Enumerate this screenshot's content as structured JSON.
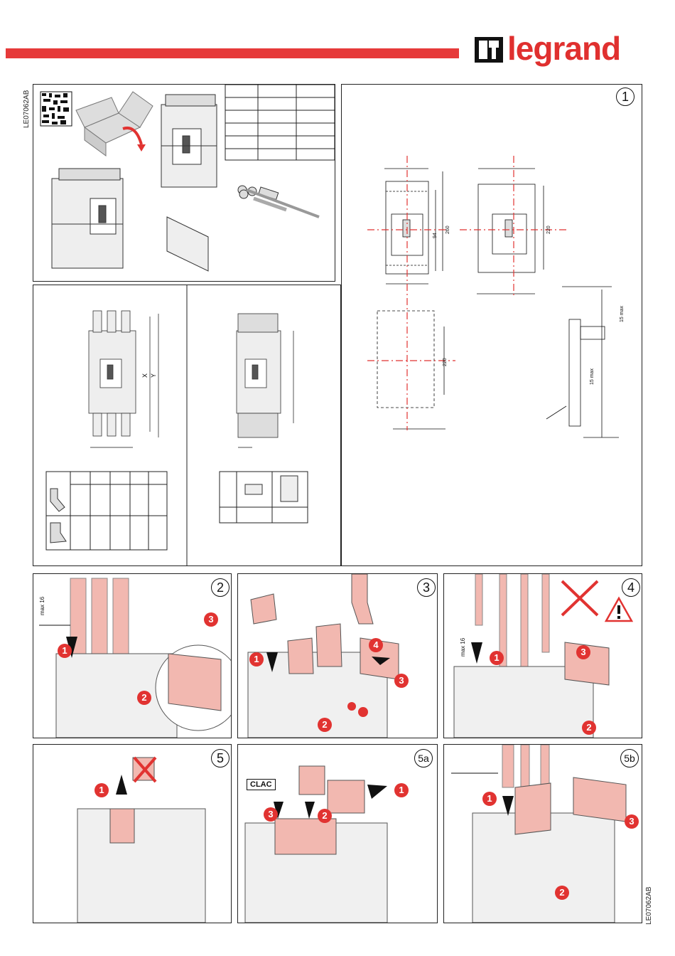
{
  "header": {
    "brand": "legrand",
    "doc_code_top": "LE07062AB",
    "doc_code_bottom": "LE07062AB"
  },
  "dims_panel": {
    "step": "1",
    "labels": {
      "d94": "94",
      "d260": "260",
      "d220a": "220",
      "d220b": "220",
      "max15a": "15 max",
      "max15b": "15 max"
    }
  },
  "terminal_panel": {
    "x_label": "X",
    "y_label": "Y"
  },
  "steps": {
    "s2": {
      "num": "2",
      "max_label": "max 16",
      "badges": [
        "1",
        "2",
        "3"
      ]
    },
    "s3": {
      "num": "3",
      "badges": [
        "1",
        "2",
        "3",
        "4"
      ]
    },
    "s4": {
      "num": "4",
      "max_label": "max 16",
      "badges": [
        "1",
        "2",
        "3"
      ]
    },
    "s5": {
      "num": "5",
      "badges": [
        "1"
      ]
    },
    "s5a": {
      "num": "5a",
      "clac": "CLAC",
      "badges": [
        "1",
        "2",
        "3"
      ]
    },
    "s5b": {
      "num": "5b",
      "badges": [
        "1",
        "2",
        "3"
      ]
    }
  },
  "colors": {
    "brand_red": "#e63a3a",
    "badge_red": "#e13331",
    "pink": "#f2b8b0"
  }
}
